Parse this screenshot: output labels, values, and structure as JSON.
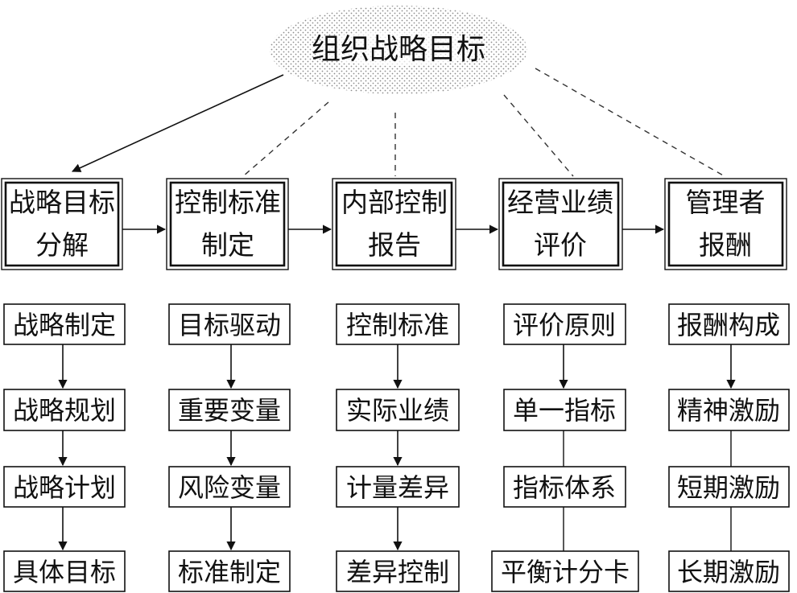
{
  "diagram": {
    "root": "组织战略目标",
    "stages": [
      {
        "title_lines": [
          "战略目标",
          "分解"
        ],
        "items": [
          "战略制定",
          "战略规划",
          "战略计划",
          "具体目标"
        ]
      },
      {
        "title_lines": [
          "控制标准",
          "制定"
        ],
        "items": [
          "目标驱动",
          "重要变量",
          "风险变量",
          "标准制定"
        ]
      },
      {
        "title_lines": [
          "内部控制",
          "报告"
        ],
        "items": [
          "控制标准",
          "实际业绩",
          "计量差异",
          "差异控制"
        ]
      },
      {
        "title_lines": [
          "经营业绩",
          "评价"
        ],
        "items": [
          "评价原则",
          "单一指标",
          "指标体系",
          "平衡计分卡"
        ]
      },
      {
        "title_lines": [
          "管理者",
          "报酬"
        ],
        "items": [
          "报酬构成",
          "精神激励",
          "短期激励",
          "长期激励"
        ]
      }
    ]
  }
}
